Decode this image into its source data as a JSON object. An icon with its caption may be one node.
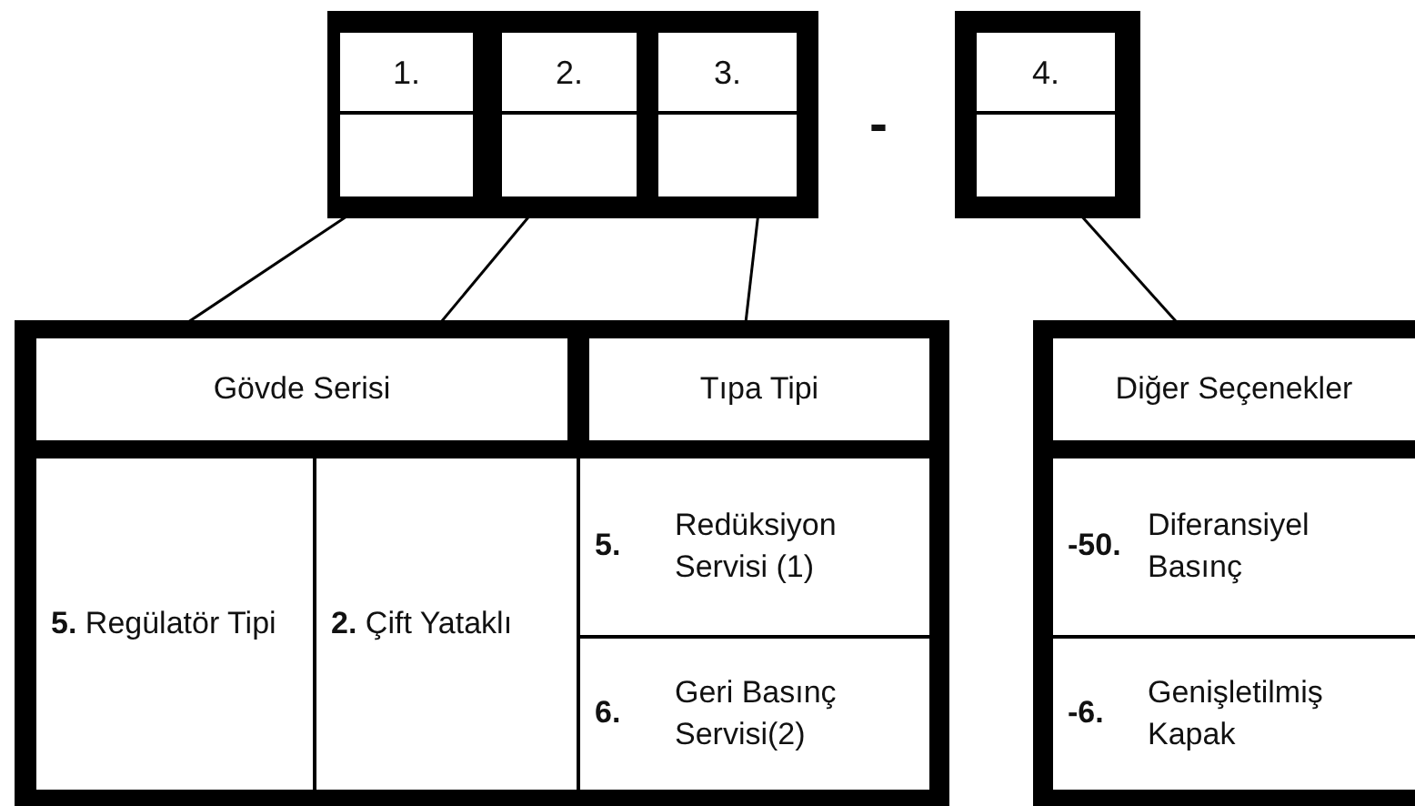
{
  "diagram": {
    "nodes": [
      {
        "text": [
          "1."
        ]
      },
      {
        "text": [
          "2."
        ]
      },
      {
        "text": [
          "3."
        ]
      },
      {
        "text": [
          "4."
        ]
      },
      {
        "text": [
          "Gövde Serisi"
        ]
      },
      {
        "text": [
          "Tıpa Tipi"
        ]
      },
      {
        "text": [
          "Diğer Seçenekler"
        ]
      },
      {
        "text": [
          "**5.** Regülatör Tipi"
        ]
      },
      {
        "text": [
          "**2.** Çift Yataklı"
        ]
      },
      {
        "text": [
          "5.",
          "Redüksiyon Servisi (1)"
        ]
      },
      {
        "text": [
          "6.",
          "Geri Basınç Servisi(2)"
        ]
      },
      {
        "text": [
          "-50.",
          "Diferansiyel Basınç"
        ]
      },
      {
        "text": [
          "-6.",
          "Genişletilmiş Kapak"
        ]
      }
    ],
    "edges": [
      {
        "from": 0,
        "to": 4,
        "arrow": "none"
      },
      {
        "from": 1,
        "to": 4,
        "arrow": "none"
      },
      {
        "from": 2,
        "to": 5,
        "arrow": "none"
      },
      {
        "from": 3,
        "to": 6,
        "arrow": "none"
      }
    ],
    "labels": [
      "-"
    ]
  }
}
